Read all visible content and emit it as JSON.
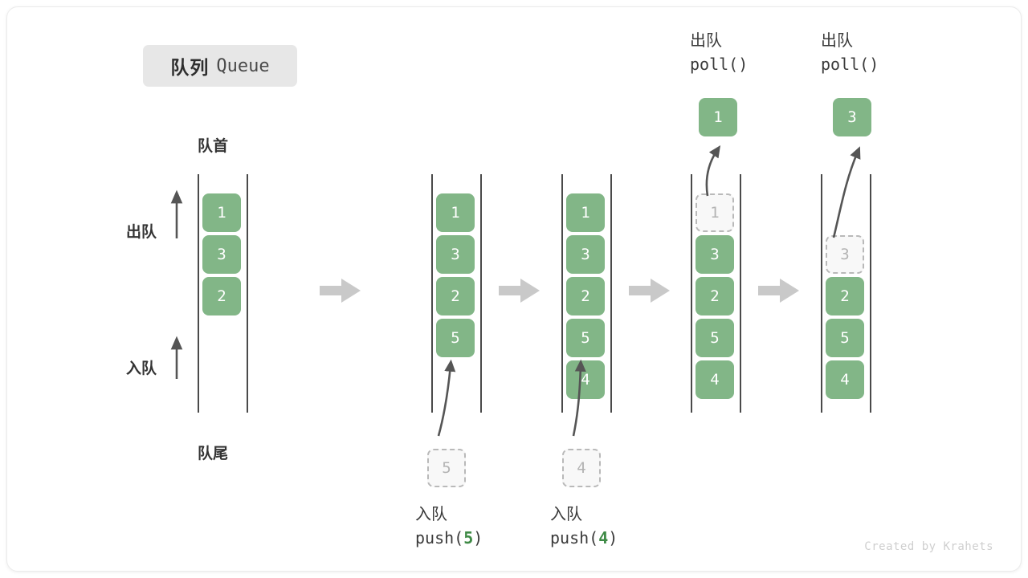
{
  "title": {
    "cn": "队列",
    "en": "Queue"
  },
  "labels": {
    "head": "队首",
    "tail": "队尾",
    "dequeue": "出队",
    "enqueue": "入队"
  },
  "captions": {
    "push5": {
      "cn": "入队",
      "code_pre": "push(",
      "code_num": "5",
      "code_post": ")"
    },
    "push4": {
      "cn": "入队",
      "code_pre": "push(",
      "code_num": "4",
      "code_post": ")"
    },
    "poll1": {
      "cn": "出队",
      "code": "poll()"
    },
    "poll2": {
      "cn": "出队",
      "code": "poll()"
    }
  },
  "stages": [
    {
      "name": "initial",
      "cells": [
        "1",
        "3",
        "2"
      ]
    },
    {
      "name": "after-push-5",
      "cells": [
        "1",
        "3",
        "2",
        "5"
      ]
    },
    {
      "name": "after-push-4",
      "cells": [
        "1",
        "3",
        "2",
        "5",
        "4"
      ]
    },
    {
      "name": "poll-1",
      "cells": [
        "1",
        "3",
        "2",
        "5",
        "4"
      ],
      "ghost_index": 0,
      "popped": "1"
    },
    {
      "name": "poll-3",
      "cells": [
        "",
        "3",
        "2",
        "5",
        "4"
      ],
      "ghost_index": 1,
      "popped": "3"
    }
  ],
  "incoming": [
    {
      "value": "5"
    },
    {
      "value": "4"
    }
  ],
  "popped": [
    {
      "value": "1"
    },
    {
      "value": "3"
    }
  ],
  "colors": {
    "cell": "#82b687",
    "ghost_border": "#b9b9b9",
    "rail": "#4a4a4a",
    "flow_arrow": "#c9c9c9",
    "accent": "#3e8a45"
  },
  "footer": "Created by Krahets"
}
